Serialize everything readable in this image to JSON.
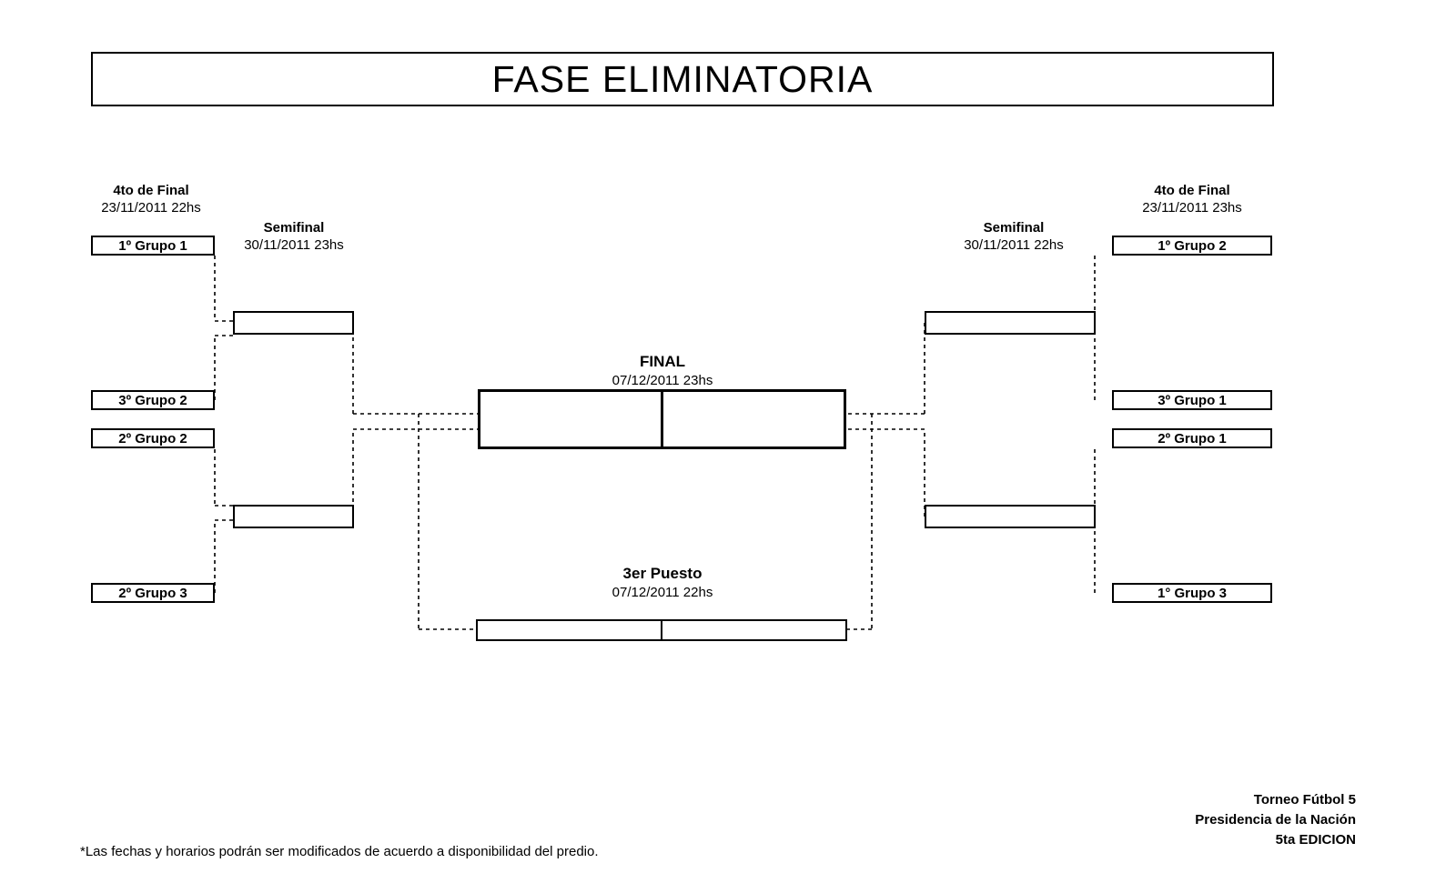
{
  "title": "FASE ELIMINATORIA",
  "rounds": {
    "left_quarter": {
      "name": "4to de Final",
      "date": "23/11/2011 22hs"
    },
    "left_semi": {
      "name": "Semifinal",
      "date": "30/11/2011 23hs"
    },
    "right_quarter": {
      "name": "4to de Final",
      "date": "23/11/2011 23hs"
    },
    "right_semi": {
      "name": "Semifinal",
      "date": "30/11/2011 22hs"
    },
    "final": {
      "name": "FINAL",
      "date": "07/12/2011 23hs"
    },
    "third_place": {
      "name": "3er Puesto",
      "date": "07/12/2011 22hs"
    }
  },
  "left_bracket": {
    "seeds": [
      {
        "label": "1º Grupo 1"
      },
      {
        "label": "3º Grupo 2"
      },
      {
        "label": "2º Grupo 2"
      },
      {
        "label": "2º Grupo 3"
      }
    ],
    "semifinal_slots": [
      {
        "label": ""
      },
      {
        "label": ""
      }
    ]
  },
  "right_bracket": {
    "seeds": [
      {
        "label": "1º Grupo 2"
      },
      {
        "label": "3º Grupo 1"
      },
      {
        "label": "2º Grupo 1"
      },
      {
        "label": "1° Grupo 3"
      }
    ],
    "semifinal_slots": [
      {
        "label": ""
      },
      {
        "label": ""
      }
    ]
  },
  "final_match": {
    "left_slot": "",
    "right_slot": ""
  },
  "third_place_match": {
    "left_slot": "",
    "right_slot": ""
  },
  "credits": {
    "line1": "Torneo Fútbol 5",
    "line2": "Presidencia de la Nación",
    "line3": "5ta EDICION"
  },
  "disclaimer": "*Las fechas y horarios podrán ser modificados de acuerdo a disponibilidad del predio.",
  "colors": {
    "line": "#000000",
    "background": "#ffffff"
  }
}
